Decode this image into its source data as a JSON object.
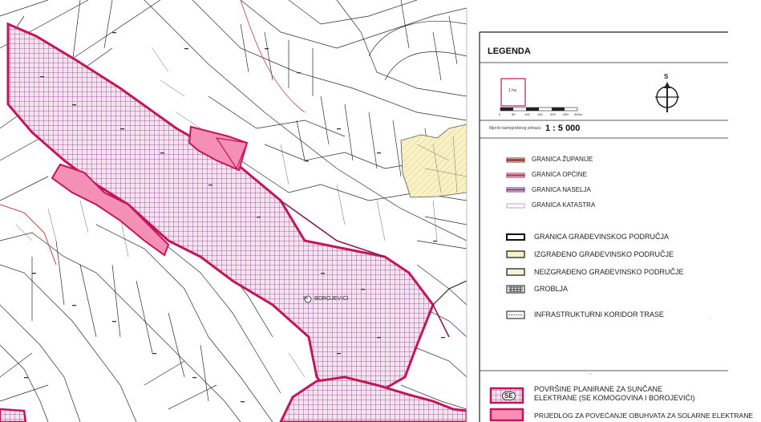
{
  "legend": {
    "title": "LEGENDA",
    "scale_box_label": "1 ha",
    "scale_caption": "Mjerilo kartografskog prikaza:",
    "scale_value": "1 : 5 000",
    "north_label": "S",
    "scale_ticks": [
      "0",
      "50",
      "100",
      "150",
      "200",
      "250",
      "300m"
    ],
    "items": [
      {
        "label": "GRANICA ŽUPANIJE"
      },
      {
        "label": "GRANICA OPĆINE"
      },
      {
        "label": "GRANICA NASELJA"
      },
      {
        "label": "GRANICA KATASTRA"
      },
      {
        "label": "GRANICA GRAĐEVINSKOG PODRUČJA"
      },
      {
        "label": "IZGRAĐENO GRAĐEVINSKO PODRUČJE"
      },
      {
        "label": "NEIZGRAĐENO GRAĐEVINSKO PODRUČJE"
      },
      {
        "label": "GROBLJA"
      },
      {
        "label": "INFRASTRUKTURNI KORIDOR TRASE"
      },
      {
        "label": "POVRŠINE PLANIRANE ZA SUNČANE"
      },
      {
        "label": "ELEKTRANE (SE KOMOGOVINA I BOROJEVIĆI)"
      },
      {
        "label": "PRIJEDLOG ZA POVEĆANJE OBUHVATA ZA SOLARNE ELEKTRANE"
      }
    ],
    "se_badge": "SE"
  },
  "map": {
    "place_label": "BOROJEVIĆI",
    "place_badge": "SE"
  },
  "colors": {
    "pink_fill": "#f48fb5",
    "magenta_border": "#c4155b",
    "grid_purple": "#7a2a7a",
    "yellow_zone": "#f8f1c6",
    "parcel_line": "#222222"
  }
}
